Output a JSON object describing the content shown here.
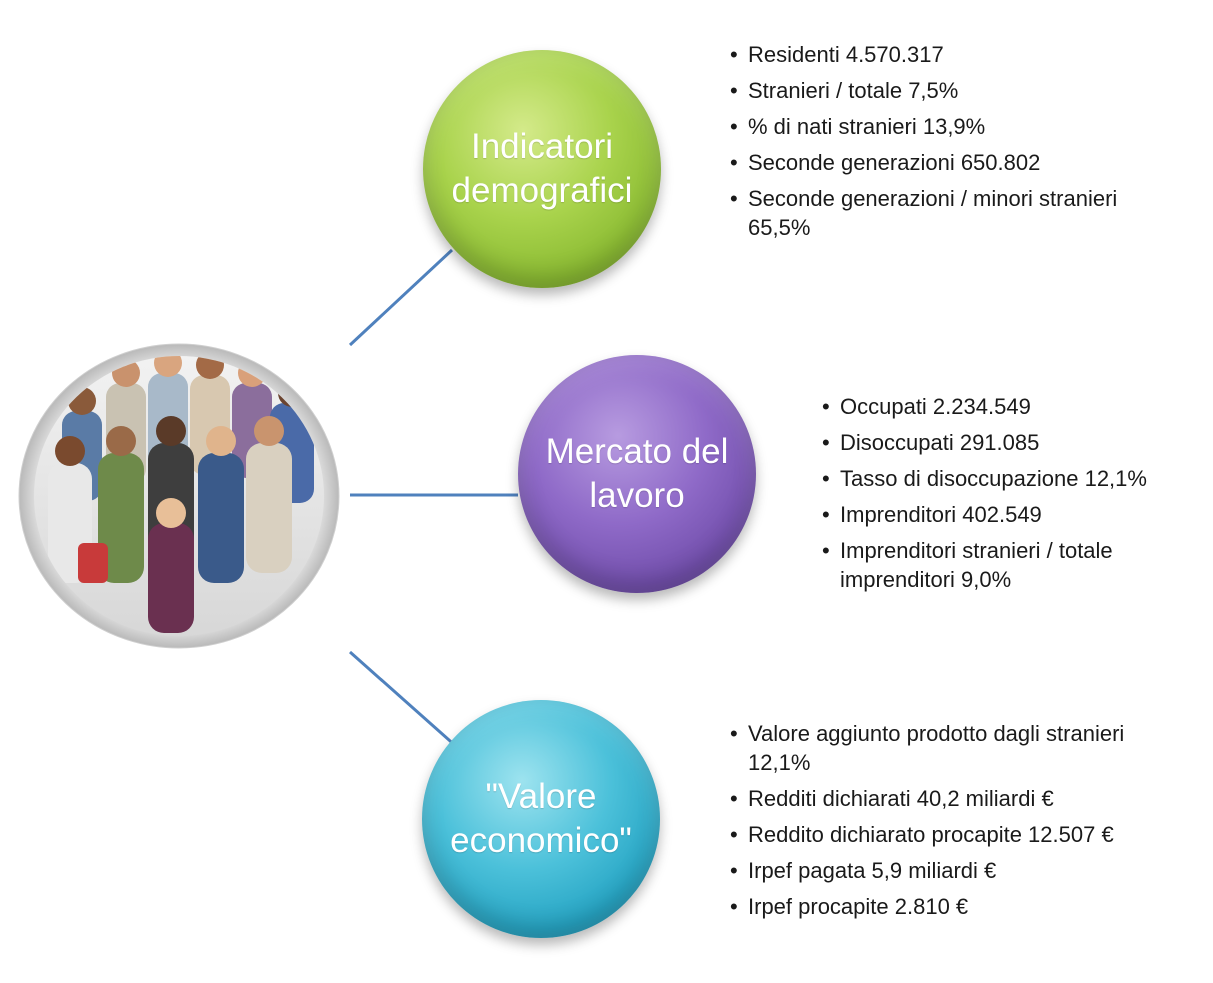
{
  "hub": {
    "image": "group-of-people-photo"
  },
  "nodes": [
    {
      "label": "Indicatori demografici",
      "color": "#9ccc3c",
      "items": [
        "Residenti 4.570.317",
        "Stranieri / totale 7,5%",
        "% di nati stranieri 13,9%",
        "Seconde generazioni 650.802",
        "Seconde generazioni / minori stranieri 65,5%"
      ]
    },
    {
      "label": "Mercato del lavoro",
      "color": "#7d58b8",
      "items": [
        "Occupati 2.234.549",
        "Disoccupati 291.085",
        "Tasso di disoccupazione  12,1%",
        "Imprenditori 402.549",
        "Imprenditori stranieri / totale imprenditori 9,0%"
      ]
    },
    {
      "label": "\"Valore economico\"",
      "color": "#2fb0ce",
      "items": [
        "Valore aggiunto prodotto dagli stranieri 12,1%",
        "Redditi dichiarati 40,2 miliardi €",
        "Reddito dichiarato procapite 12.507 €",
        "Irpef pagata 5,9 miliardi €",
        "Irpef procapite 2.810 €"
      ]
    }
  ],
  "connector_color": "#4f81bd"
}
